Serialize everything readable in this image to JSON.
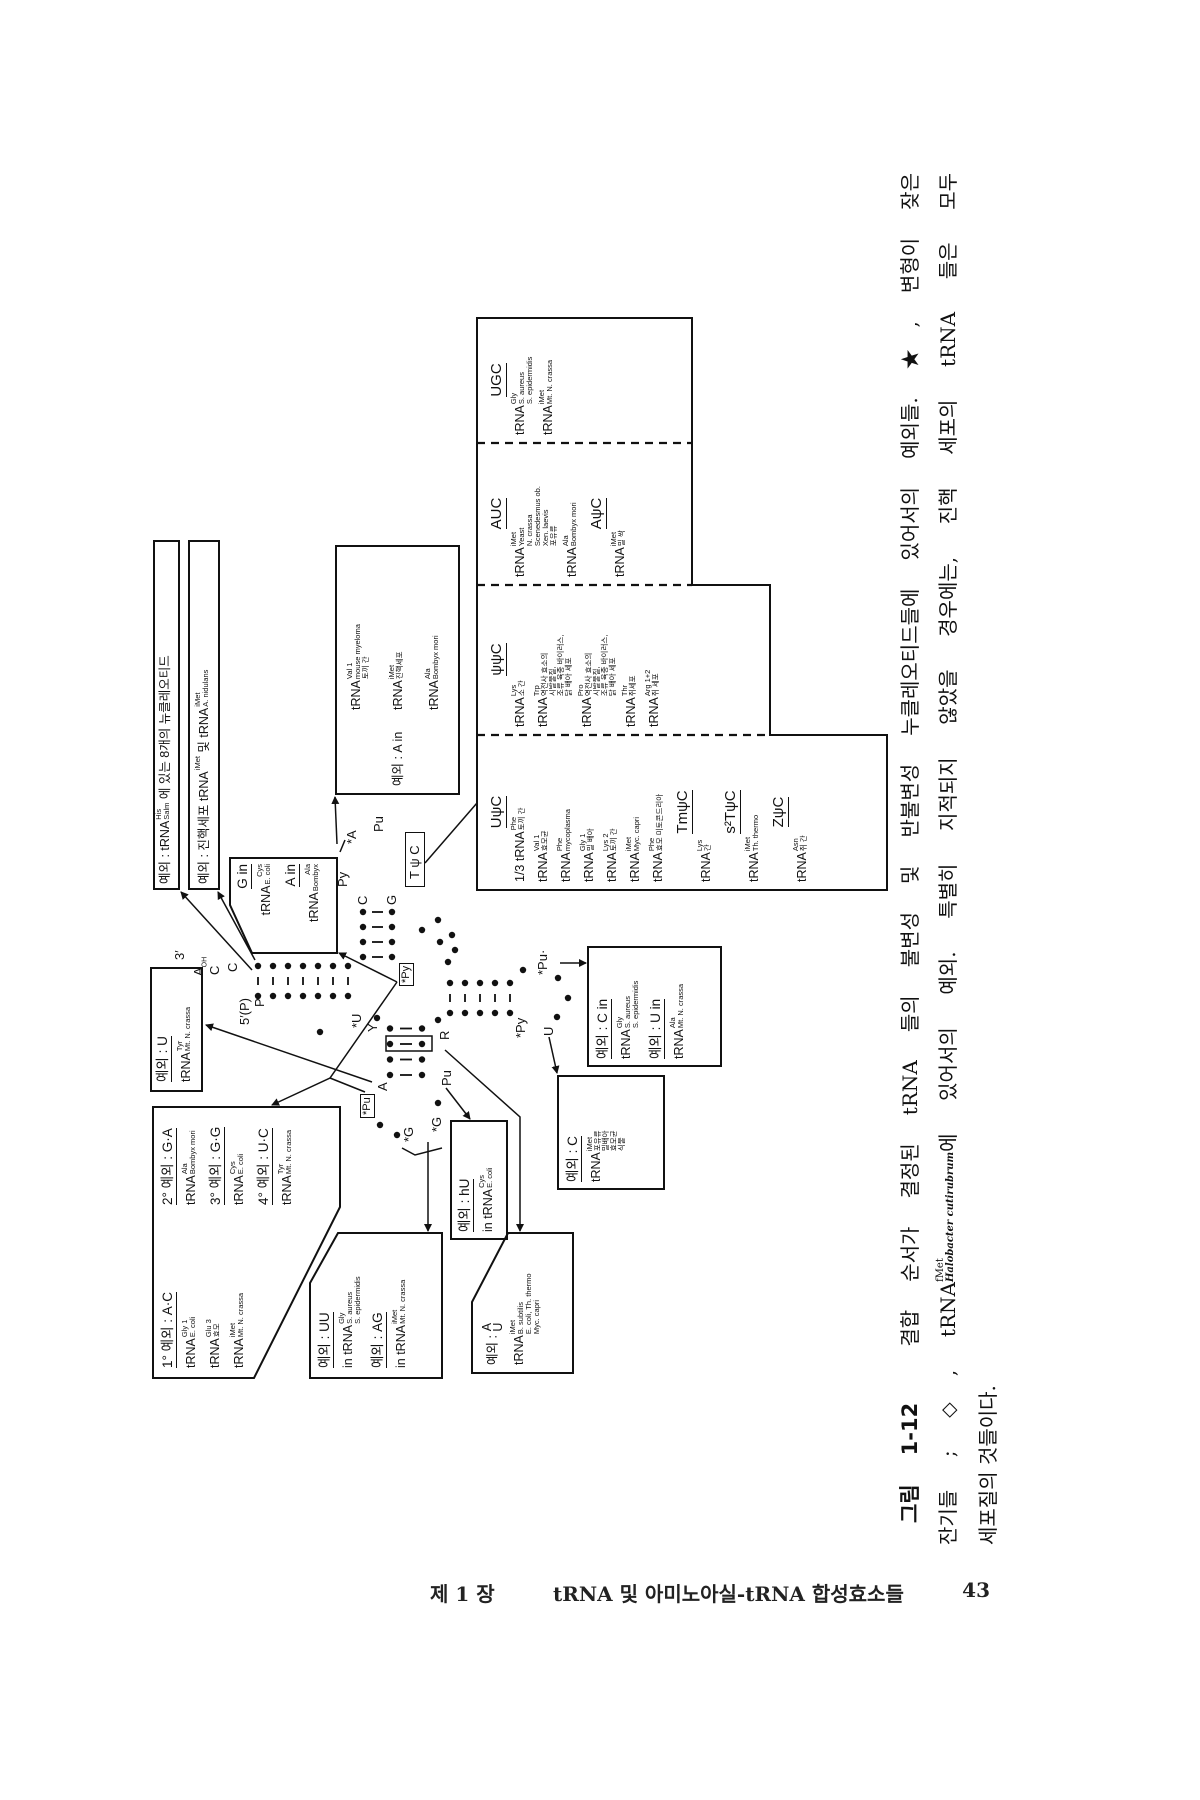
{
  "diagram": {
    "box_his": [
      [
        {
          "s": "예외 : "
        },
        {
          "r": "tRNA",
          "sup": "His",
          "sub": "Salm"
        },
        {
          "s": " 에 있는 8개의 뉴클레오티드"
        }
      ]
    ],
    "box_euk": [
      [
        {
          "s": "예외 : 진핵세포 "
        },
        {
          "r": "tRNA",
          "sup": "iMet",
          "sub": ""
        },
        {
          "s": " 및 "
        },
        {
          "r": "tRNA",
          "sup": "iMet",
          "sub": "A. nidulans"
        }
      ]
    ],
    "box_g_in": [
      [
        {
          "u": "G in"
        }
      ],
      [
        {
          "r": "tRNA",
          "sup": "Cys",
          "sub": "E. coli"
        }
      ],
      [
        {
          "u": "A in"
        }
      ],
      [
        {
          "r": "tRNA",
          "sup": "Ala",
          "sub": "Bombyx"
        }
      ]
    ],
    "box_u": [
      [
        {
          "u": "예외 : U"
        }
      ],
      [
        {
          "r": "tRNA",
          "sup": "Tyr",
          "sub": "Mt. N. crassa"
        }
      ]
    ],
    "box_pairs_col1": [
      [
        {
          "u": "1° 예외 : A·C"
        }
      ],
      [
        {
          "r": "tRNA",
          "sup": "Gly 1",
          "sub": "E. coli"
        }
      ],
      [
        {
          "r": "tRNA",
          "sup": "Glu 3",
          "sub": "효모"
        }
      ],
      [
        {
          "r": "tRNA",
          "sup": "iMet",
          "sub": "Mt. N. crassa"
        }
      ]
    ],
    "box_pairs_col2": [
      [
        {
          "u": "2° 예외 : G·A"
        }
      ],
      [
        {
          "r": "tRNA",
          "sup": "Ala",
          "sub": "Bombyx mori"
        }
      ],
      [
        {
          "u": "3° 예외 : G·G"
        }
      ],
      [
        {
          "r": "tRNA",
          "sup": "Cys",
          "sub": "E. coli"
        }
      ],
      [
        {
          "u": "4° 예외 : U·C"
        }
      ],
      [
        {
          "r": "tRNA",
          "sup": "Tyr",
          "sub": "Mt. N. crassa"
        }
      ]
    ],
    "box_uu": [
      [
        {
          "u": "예외 : UU"
        }
      ],
      [
        {
          "s": "in "
        },
        {
          "r": "tRNA",
          "sup": "Gly",
          "sub": [
            "S. aureus",
            "S. epidermidis"
          ]
        }
      ],
      [
        {
          "u": "예외 : AG"
        }
      ],
      [
        {
          "s": "in "
        },
        {
          "r": "tRNA",
          "sup": "iMet",
          "sub": "Mt. N. crassa"
        }
      ]
    ],
    "box_hu": [
      [
        {
          "u": "예외 : hU"
        }
      ],
      [
        {
          "s": "in "
        },
        {
          "r": "tRNA",
          "sup": "Cys",
          "sub": "E. coli"
        }
      ]
    ],
    "box_au": [
      [
        {
          "s": "예외 : "
        },
        {
          "pair": [
            "A",
            "U"
          ]
        }
      ],
      [
        {
          "r": "tRNA",
          "sup": "iMet",
          "sub": [
            "B. subtilis",
            "E. coli, Th. thermo",
            "Myc. capri"
          ]
        }
      ]
    ],
    "box_c": [
      [
        {
          "u": "예외 : C"
        }
      ],
      [
        {
          "r": "tRNA",
          "sup": "iMet",
          "sub": [
            "포유류",
            "밀배아",
            "효모균",
            "식물"
          ]
        }
      ]
    ],
    "box_c_in": [
      [
        {
          "u": "예외 : C in"
        }
      ],
      [
        {
          "r": "tRNA",
          "sup": "Gly",
          "sub": [
            "S. aureus",
            "S. epidermidis"
          ]
        }
      ],
      [
        {
          "u": "예외 : U in"
        }
      ],
      [
        {
          "r": "tRNA",
          "sup": "Ala",
          "sub": "Mt. N. crassa"
        }
      ]
    ],
    "box_a_in_label": [
      [
        {
          "s": "예외 : A in"
        }
      ]
    ],
    "box_a_in_val": [
      [
        {
          "r": "tRNA",
          "sup": "Val 1",
          "sub": [
            "mouse myeloma",
            "토끼 간"
          ]
        }
      ]
    ],
    "box_a_in_imet": [
      [
        {
          "r": "tRNA",
          "sup": "iMet",
          "sub": "진핵세포"
        }
      ]
    ],
    "box_a_in_ala": [
      [
        {
          "r": "tRNA",
          "sup": "Ala",
          "sub": "Bombyx mori"
        }
      ]
    ],
    "nt": {
      "three_prime": "3′",
      "a_oh": "A",
      "oh": "OH",
      "c1": "C",
      "c2": "C",
      "five_prime": "5′(P)",
      "p": "P",
      "u_star": "*U",
      "y": "Y",
      "r": "R",
      "a14": "A",
      "pu_star": "*Pu",
      "g_star1": "*G",
      "g_star2": "*G",
      "pu_d": "Pu",
      "py_star_anti": "*Py",
      "u33": "U",
      "pu_star_anti": "*Pu·",
      "c_t": "C",
      "g_t": "G",
      "py_t": "Py",
      "a_star": "*A",
      "pu_t": "Pu",
      "tpsic": "T ψ C",
      "py_star_box": "*Py"
    }
  },
  "table": {
    "col_upsic": [
      [
        {
          "u": "UψC"
        }
      ],
      [
        {
          "s": "1/3 "
        },
        {
          "r": "tRNA",
          "sup": "Phe",
          "sub": "토끼 간"
        }
      ],
      [
        {
          "r": "tRNA",
          "sup": "Val 1",
          "sub": "효모균"
        }
      ],
      [
        {
          "r": "tRNA",
          "sup": "Phe",
          "sub": "mycoplasma"
        }
      ],
      [
        {
          "r": "tRNA",
          "sup": "Gly 1",
          "sub": "밀 배아"
        }
      ],
      [
        {
          "r": "tRNA",
          "sup": "Lys 2",
          "sub": "토끼 간"
        }
      ],
      [
        {
          "r": "tRNA",
          "sup": "iMet",
          "sub": "Myc. capri"
        }
      ],
      [
        {
          "r": "tRNA",
          "sup": "Phe",
          "sub": "효모 미토콘드리아"
        }
      ],
      [
        {
          "u": "TmψC"
        }
      ],
      [
        {
          "r": "tRNA",
          "sup": "Lys",
          "sub": "간"
        }
      ],
      [
        {
          "u": "s²TψC"
        }
      ],
      [
        {
          "r": "tRNA",
          "sup": "iMet",
          "sub": "Th. thermo"
        }
      ],
      [
        {
          "u": "ZψC"
        }
      ],
      [
        {
          "r": "tRNA",
          "sup": "Asn",
          "sub": "쥐 간"
        }
      ]
    ],
    "col_psipsic": [
      [
        {
          "u": "ψψC"
        }
      ],
      [
        {
          "r": "tRNA",
          "sup": "Lys",
          "sub": "소 간"
        }
      ],
      [
        {
          "r": "tRNA",
          "sup": "Trp",
          "sub": [
            "역전사 효소의",
            "시발물질,",
            "조류 육종 바이러스,",
            "닭 배아 세포"
          ]
        }
      ],
      [
        {
          "r": "tRNA",
          "sup": "Pro",
          "sub": [
            "역전사 효소의",
            "시발물질,",
            "조류 육종 바이러스,",
            "닭 배아 세포"
          ]
        }
      ],
      [
        {
          "r": "tRNA",
          "sup": "Thr",
          "sub": "쥐세포"
        }
      ],
      [
        {
          "r": "tRNA",
          "sup": "Arg 1+2",
          "sub": "쥐 세포"
        }
      ]
    ],
    "col_auc": [
      [
        {
          "u": "AUC"
        }
      ],
      [
        {
          "r": "tRNA",
          "sup": "iMet",
          "sub": [
            "Yeast",
            "N. crassa",
            "Scenedesmus ob.",
            "Xen. laevis",
            "포유류"
          ]
        }
      ],
      [
        {
          "r": "tRNA",
          "sup": "Ala",
          "sub": "Bombyx mori"
        }
      ],
      [
        {
          "u": "AψC"
        }
      ],
      [
        {
          "r": "tRNA",
          "sup": "iMet",
          "sub": "밀 싹"
        }
      ]
    ],
    "col_ugc": [
      [
        {
          "u": "UGC"
        }
      ],
      [
        {
          "r": "tRNA",
          "sup": "Gly",
          "sub": [
            "S. aureus",
            "S. epidermidis"
          ]
        }
      ],
      [
        {
          "r": "tRNA",
          "sup": "iMet",
          "sub": "Mt. N. crassa"
        }
      ]
    ]
  },
  "caption": {
    "label": "그림 1-12",
    "line1": "결합 순서가 결정된 tRNA 들의 불변성 및 반불변성 누클레오티드들에 있어서의 예외들. ★, 변형이 잦은",
    "line2_a": "잔기들 ; ◇, tRNA",
    "line2_sup": "fMet",
    "line2_sub": "Halobacter cutirubrum",
    "line2_b": "에 있어서의 예외. 특별히 지적되지 않았을 경우에는, 진핵 세포의 tRNA 들은 모두",
    "line3": "세포질의 것들이다."
  },
  "footer": {
    "chapter": "제 1 장",
    "title": "tRNA 및 아미노아실-tRNA 합성효소들",
    "page": "43"
  }
}
